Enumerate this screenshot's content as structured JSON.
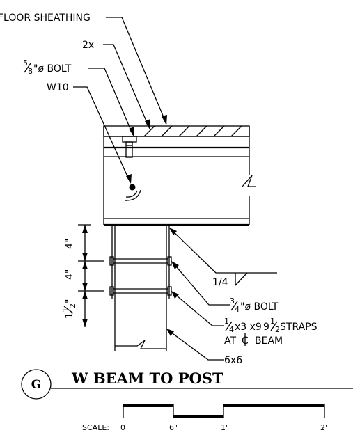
{
  "labels": {
    "floor_sheathing": "FLOOR SHEATHING",
    "two_x": "2x",
    "bolt_58_pre": "",
    "bolt_58": "\"ø BOLT",
    "w10": "W10",
    "weld": "1/4",
    "bolt_34": "\"ø BOLT",
    "straps_line1": "x3 x9",
    "straps_line1_end": " STRAPS",
    "straps_line2": "AT",
    "straps_line2_end": "BEAM",
    "post": "6x6",
    "dim_4_top": "4\"",
    "dim_4_mid": "4\"",
    "dim_1_half": "\""
  },
  "fractions": {
    "five_eighths": {
      "num": "5",
      "den": "8"
    },
    "three_quarters": {
      "num": "3",
      "den": "4"
    },
    "one_quarter": {
      "num": "1",
      "den": "4"
    },
    "nine_half": {
      "whole": "9",
      "num": "1",
      "den": "2"
    },
    "one_half": {
      "whole": "1",
      "num": "1",
      "den": "2"
    }
  },
  "detail": {
    "marker": "G",
    "title": "W BEAM TO POST"
  },
  "scale": {
    "label": "SCALE:",
    "ticks": [
      "0",
      "6\"",
      "1'",
      "2'"
    ]
  }
}
